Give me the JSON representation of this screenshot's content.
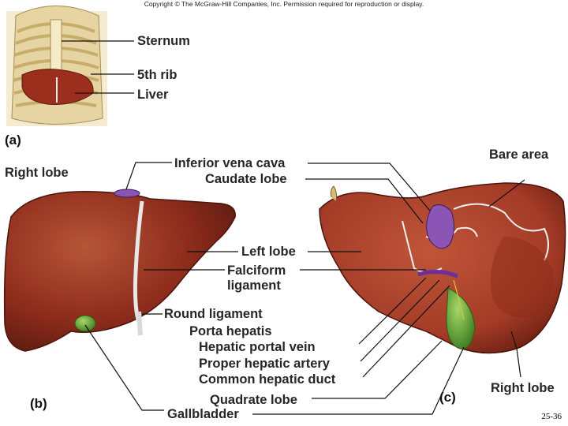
{
  "copyright": "Copyright © The McGraw-Hill Companies, Inc. Permission required for reproduction or display.",
  "panels": {
    "a": "(a)",
    "b": "(b)",
    "c": "(c)"
  },
  "labels_a": {
    "sternum": "Sternum",
    "rib": "5th rib",
    "liver": "Liver"
  },
  "labels_b": {
    "right_lobe": "Right lobe",
    "left_lobe": "Left lobe",
    "round_ligament": "Round ligament"
  },
  "labels_center": {
    "inferior_vena_cava": "Inferior vena cava",
    "caudate_lobe": "Caudate lobe",
    "falciform_line1": "Falciform",
    "falciform_line2": "ligament",
    "porta_hepatis": "Porta hepatis",
    "hepatic_portal_vein": "Hepatic portal vein",
    "proper_hepatic_artery": "Proper hepatic artery",
    "common_hepatic_duct": "Common hepatic duct",
    "quadrate_lobe": "Quadrate lobe",
    "gallbladder": "Gallbladder"
  },
  "labels_c": {
    "bare_area": "Bare area",
    "right_lobe": "Right lobe"
  },
  "slide_number": "25-36",
  "colors": {
    "liver": "#8e2c1c",
    "liver_light": "#b24a30",
    "vein": "#8b55b5",
    "gallbladder": "#4f9a2a",
    "ligament": "#e6e6e6",
    "bone": "#e9d8a6"
  }
}
